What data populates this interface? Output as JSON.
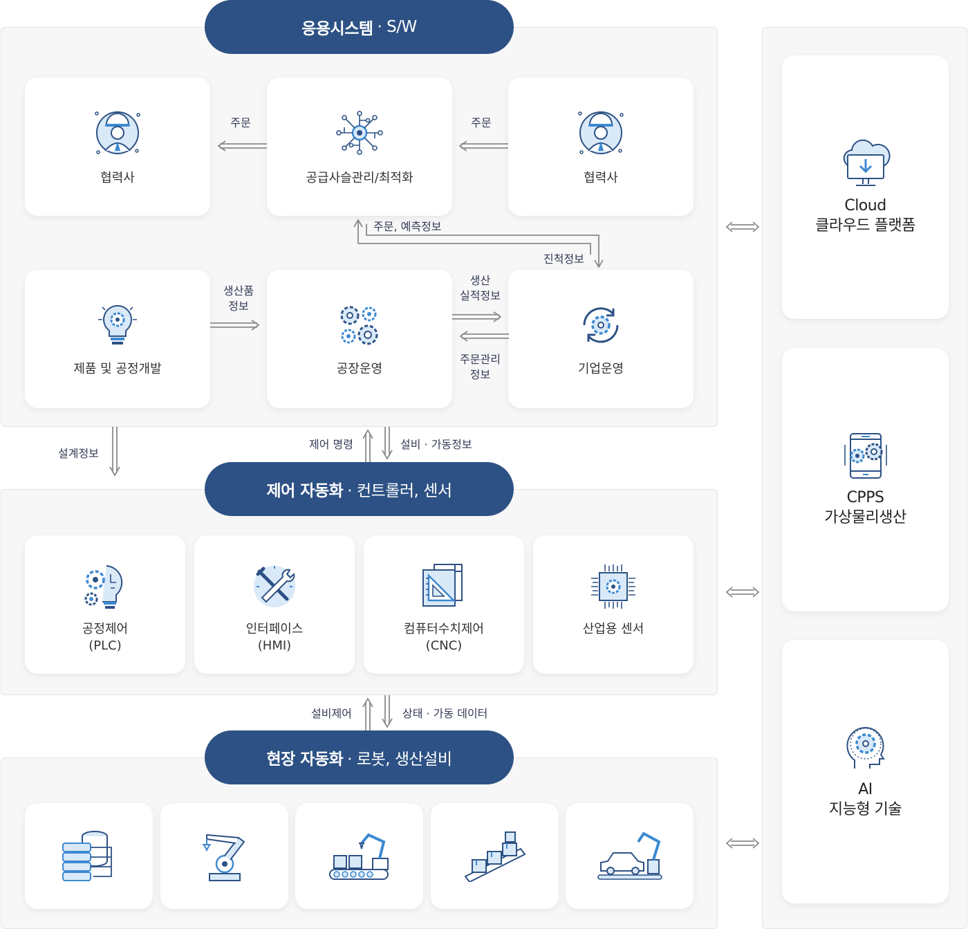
{
  "colors": {
    "accent": "#2d5184",
    "icon": "#3d89d1",
    "arrow": "#8a8a8a"
  },
  "headers": {
    "app": {
      "bold": "응용시스템",
      "rest": "· S/W"
    },
    "control": {
      "bold": "제어 자동화",
      "rest": "· 컨트롤러, 센서"
    },
    "field": {
      "bold": "현장 자동화",
      "rest": "· 로봇, 생산설비"
    }
  },
  "app_cards": [
    {
      "label": "협력사",
      "icon": "worker-icon"
    },
    {
      "label": "공급사슬관리/최적화",
      "icon": "network-gear-icon"
    },
    {
      "label": "협력사",
      "icon": "worker-icon"
    },
    {
      "label": "제품 및 공정개발",
      "icon": "lightbulb-gear-icon"
    },
    {
      "label": "공장운영",
      "icon": "gears-icon"
    },
    {
      "label": "기업운영",
      "icon": "cycle-gear-icon"
    }
  ],
  "flows": {
    "order_left": "주문",
    "order_right": "주문",
    "order_forecast": "주문, 예측정보",
    "progress": "진척정보",
    "product_info_1": "생산품",
    "product_info_2": "정보",
    "production_result_1": "생산",
    "production_result_2": "실적정보",
    "order_mgmt_1": "주문관리",
    "order_mgmt_2": "정보",
    "design_info": "설계정보",
    "control_command": "제어 명령",
    "equipment_status": "설비 · 가동정보",
    "equipment_control": "설비제어",
    "status_data": "상태  · 가동 데이터"
  },
  "control_cards": [
    {
      "line1": "공정제어",
      "line2": "(PLC)",
      "icon": "plc-icon"
    },
    {
      "line1": "인터페이스",
      "line2": "(HMI)",
      "icon": "tools-icon"
    },
    {
      "line1": "컴퓨터수치제어",
      "line2": "(CNC)",
      "icon": "cnc-icon"
    },
    {
      "line1": "산업용 센서",
      "line2": "",
      "icon": "chip-icon"
    }
  ],
  "field_cards": [
    {
      "icon": "server-database-icon"
    },
    {
      "icon": "robot-arm-icon"
    },
    {
      "icon": "conveyor-robot-icon"
    },
    {
      "icon": "conveyor-boxes-icon"
    },
    {
      "icon": "car-assembly-icon"
    }
  ],
  "side_cards": [
    {
      "line1": "Cloud",
      "line2": "클라우드 플랫폼",
      "icon": "cloud-download-icon"
    },
    {
      "line1": "CPPS",
      "line2": "가상물리생산",
      "icon": "tablet-gears-icon"
    },
    {
      "line1": "AI",
      "line2": "지능형 기술",
      "icon": "brain-gear-icon"
    }
  ]
}
